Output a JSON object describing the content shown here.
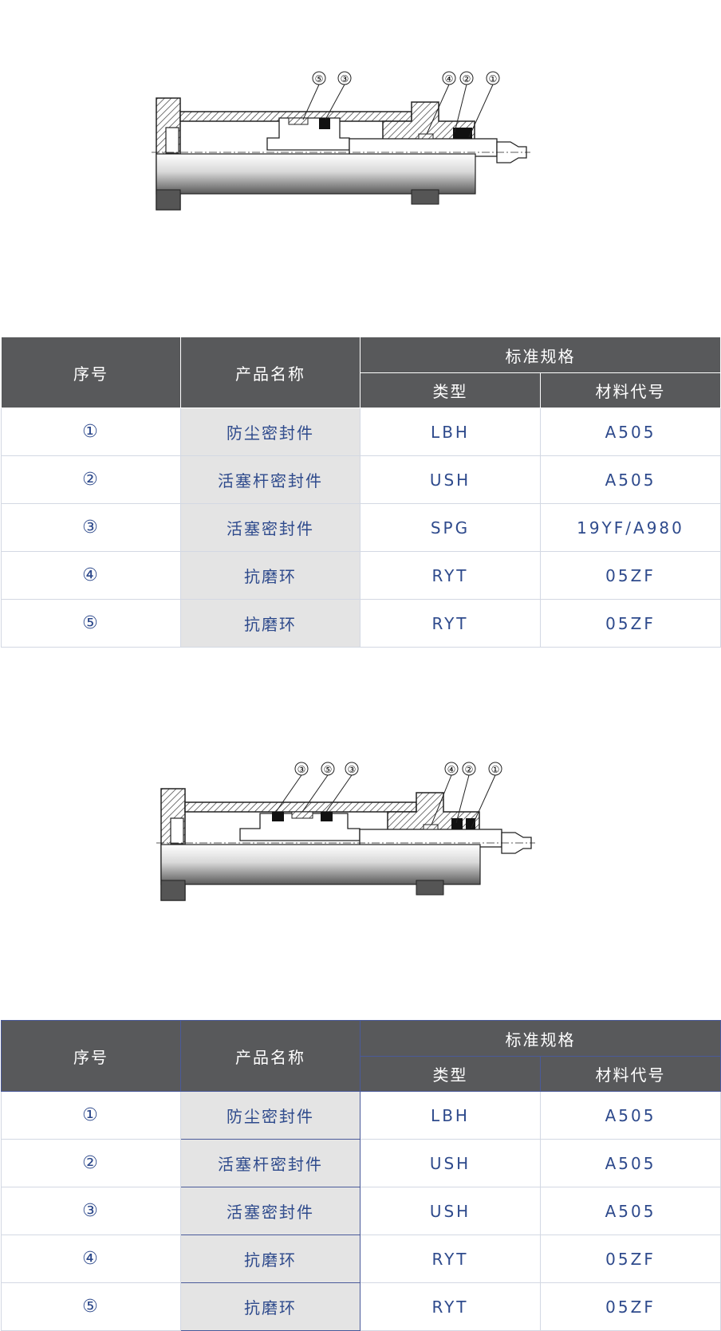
{
  "diagrams": [
    {
      "callouts": [
        "⑤",
        "③",
        "④",
        "②",
        "①"
      ]
    },
    {
      "callouts": [
        "③",
        "⑤",
        "③",
        "④",
        "②",
        "①"
      ]
    }
  ],
  "tables": [
    {
      "headers": {
        "index": "序号",
        "product": "产品名称",
        "group": "标准规格",
        "type": "类型",
        "material": "材料代号"
      },
      "rows": [
        {
          "index": "①",
          "product": "防尘密封件",
          "type": "LBH",
          "material": "A505"
        },
        {
          "index": "②",
          "product": "活塞杆密封件",
          "type": "USH",
          "material": "A505"
        },
        {
          "index": "③",
          "product": "活塞密封件",
          "type": "SPG",
          "material": "19YF/A980"
        },
        {
          "index": "④",
          "product": "抗磨环",
          "type": "RYT",
          "material": "05ZF"
        },
        {
          "index": "⑤",
          "product": "抗磨环",
          "type": "RYT",
          "material": "05ZF"
        }
      ]
    },
    {
      "headers": {
        "index": "序号",
        "product": "产品名称",
        "group": "标准规格",
        "type": "类型",
        "material": "材料代号"
      },
      "rows": [
        {
          "index": "①",
          "product": "防尘密封件",
          "type": "LBH",
          "material": "A505"
        },
        {
          "index": "②",
          "product": "活塞杆密封件",
          "type": "USH",
          "material": "A505"
        },
        {
          "index": "③",
          "product": "活塞密封件",
          "type": "USH",
          "material": "A505"
        },
        {
          "index": "④",
          "product": "抗磨环",
          "type": "RYT",
          "material": "05ZF"
        },
        {
          "index": "⑤",
          "product": "抗磨环",
          "type": "RYT",
          "material": "05ZF"
        }
      ]
    }
  ],
  "colors": {
    "header_bg": "#58595b",
    "name_cell_bg": "#e4e4e4",
    "text_blue": "#2e4a8c"
  }
}
